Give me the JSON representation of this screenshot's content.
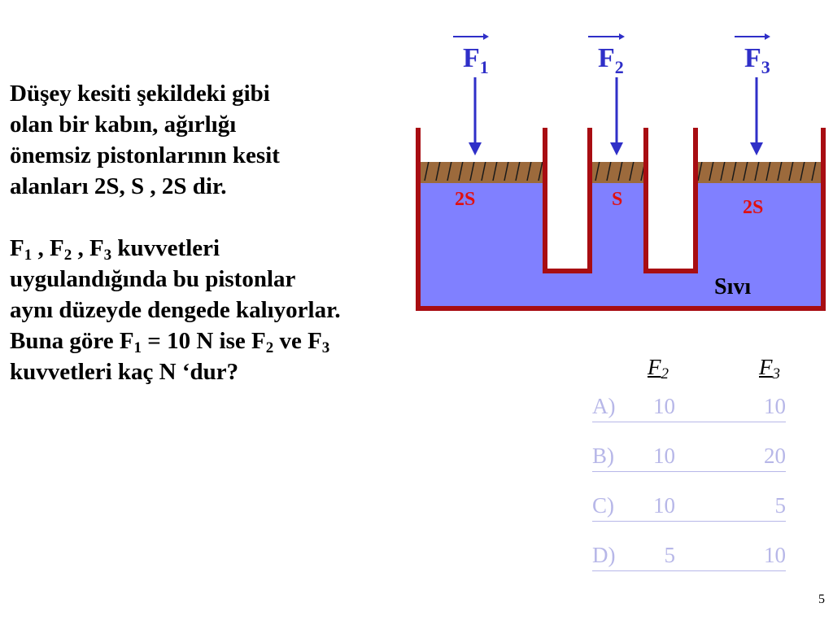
{
  "problem": {
    "line1": "Düşey kesiti şekildeki gibi",
    "line2": "olan bir kabın, ağırlığı",
    "line3": "önemsiz pistonlarının kesit",
    "line4": "alanları 2S, S , 2S dir.",
    "forces_sym": "F",
    "sub1": "1",
    "sub2": "2",
    "sub3": "3",
    "sep1": " , ",
    "sep2": " , ",
    "forces_tail": " kuvvetleri",
    "line6": "uygulandığında bu pistonlar",
    "line7": "aynı düzeyde dengede kalıyorlar.",
    "q_part1": "Buna göre F",
    "q_part2": " = 10 N ise F",
    "q_part3": " ve F",
    "line9": "kuvvetleri kaç N ‘dur?"
  },
  "diagram": {
    "force_symbol": "F",
    "force_subs": [
      "1",
      "2",
      "3"
    ],
    "area_labels": [
      "2S",
      "S",
      "2S"
    ],
    "liquid_label": "Sıvı",
    "colors": {
      "wall": "#a80d12",
      "liquid": "#8080ff",
      "piston": "#9c6a3c",
      "arrow": "#2f2fc8",
      "area_text": "#e01010"
    }
  },
  "answers": {
    "header_f": "F",
    "header_sub2": "2",
    "header_sub3": "3",
    "options": [
      {
        "label": "A)",
        "f2": "10",
        "f3": "10"
      },
      {
        "label": "B)",
        "f2": "10",
        "f3": "20"
      },
      {
        "label": "C)",
        "f2": "10",
        "f3": "5"
      },
      {
        "label": "D)",
        "f2": "5",
        "f3": "10"
      }
    ]
  },
  "page_number": "5"
}
